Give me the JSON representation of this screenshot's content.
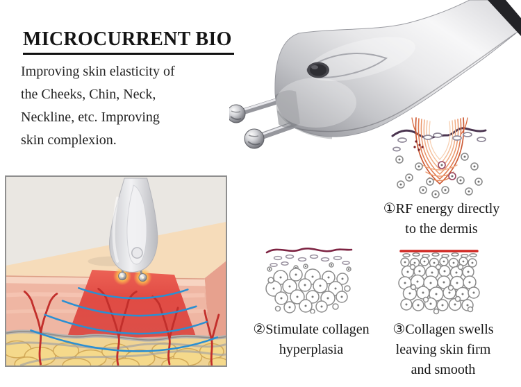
{
  "product": {
    "title": "MICROCURRENT BIO",
    "description_lines": [
      "Improving skin elasticity of",
      "the Cheeks, Chin, Neck,",
      "Neckline, etc. Improving",
      "skin complexion."
    ]
  },
  "steps": [
    {
      "number": "1",
      "lines": [
        "①RF energy directly",
        "to the dermis"
      ]
    },
    {
      "number": "2",
      "lines": [
        "②Stimulate collagen",
        "hyperplasia"
      ]
    },
    {
      "number": "3",
      "lines": [
        "③Collagen swells",
        "leaving skin firm",
        "and smooth"
      ]
    }
  ],
  "figures": {
    "device_photo": "silver-microcurrent-handpiece-two-ball-electrodes",
    "skin_cross_section": "device-treating-skin-cross-section",
    "step1_figure": "rf-energy-fibers-in-dermis",
    "step2_figure": "stimulated-collagen-cells",
    "step3_figure": "dense-swollen-collagen-cells"
  },
  "colors": {
    "background": "#ffffff",
    "text": "#1c1c1c",
    "title_underline": "#101010",
    "treated_area_red": "#e14b44",
    "wave_blue": "#2a8fd2",
    "skin_surface_red": "#cf2722",
    "collagen_gray": "#8a8a8a",
    "maroon_line": "#7d2342",
    "glow_orange": "#ffc050"
  }
}
